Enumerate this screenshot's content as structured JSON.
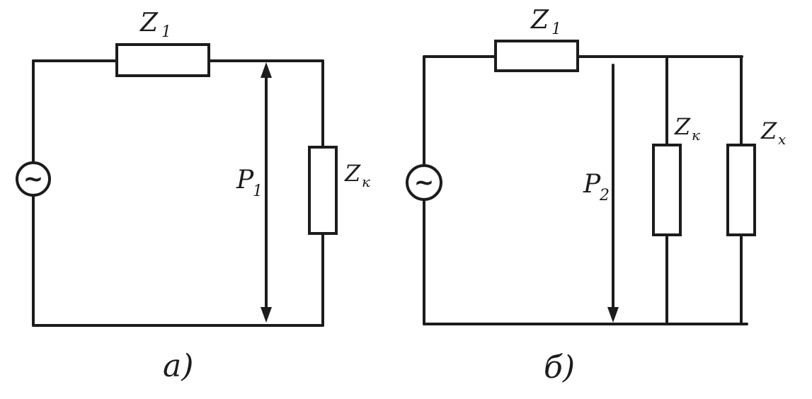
{
  "diagram": {
    "kind": "two-circuit schematic (hand-drawn scan)",
    "ink_color": "#1c1c1c",
    "background_color": "#ffffff"
  },
  "circuit_a": {
    "source_symbol": "~",
    "z1": {
      "base": "Z",
      "sub": "1"
    },
    "zk": {
      "base": "Z",
      "sub": "к"
    },
    "meter": {
      "base": "P",
      "sub": "1"
    },
    "caption": "a)"
  },
  "circuit_b": {
    "source_symbol": "~",
    "z1": {
      "base": "Z",
      "sub": "1"
    },
    "zk": {
      "base": "Z",
      "sub": "к"
    },
    "zx": {
      "base": "Z",
      "sub": "х"
    },
    "meter": {
      "base": "P",
      "sub": "2"
    },
    "caption": "б)"
  }
}
